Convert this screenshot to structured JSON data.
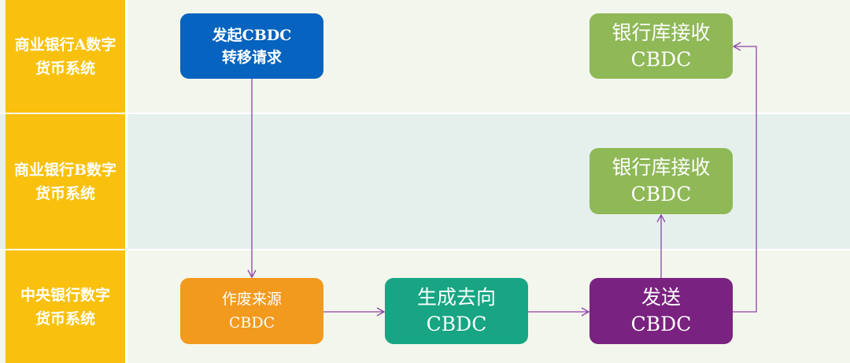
{
  "lanes": {
    "bank_a": "商业银行A数字货币系统",
    "bank_b": "商业银行B数字货币系统",
    "central": "中央银行数字货币系统"
  },
  "nodes": {
    "initiate": {
      "line1": "发起CBDC",
      "line2": "转移请求"
    },
    "void_source": {
      "line1": "作废来源",
      "line2": "CBDC"
    },
    "generate_dest": {
      "line1": "生成去向",
      "line2": "CBDC"
    },
    "send": {
      "line1": "发送",
      "line2": "CBDC"
    },
    "receive_a": {
      "line1": "银行库接收",
      "line2": "CBDC"
    },
    "receive_b": {
      "line1": "银行库接收",
      "line2": "CBDC"
    }
  },
  "colors": {
    "lane_label": "#f9c10d",
    "initiate": "#0663bf",
    "void_source": "#f29a1e",
    "generate_dest": "#17a583",
    "send": "#7a2280",
    "receive": "#8fb857",
    "arrow": "#8e44a8"
  }
}
